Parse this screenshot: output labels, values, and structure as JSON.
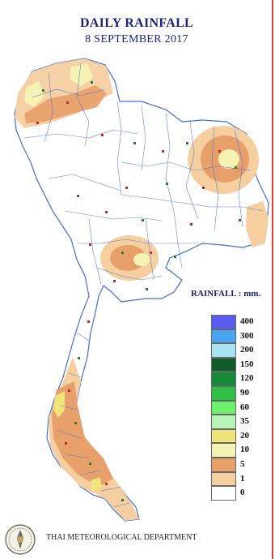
{
  "header": {
    "title": "DAILY RAINFALL",
    "date": "8 SEPTEMBER   2017"
  },
  "legend": {
    "title": "RAINFALL : mm.",
    "classes": [
      {
        "label": "400",
        "color": "#5b5bf2"
      },
      {
        "label": "300",
        "color": "#4aa3f0"
      },
      {
        "label": "200",
        "color": "#a6e3f2"
      },
      {
        "label": "150",
        "color": "#0f5d2a"
      },
      {
        "label": "120",
        "color": "#168a38"
      },
      {
        "label": "90",
        "color": "#2fc043"
      },
      {
        "label": "60",
        "color": "#6df06b"
      },
      {
        "label": "35",
        "color": "#b8f4b8"
      },
      {
        "label": "20",
        "color": "#efe47a"
      },
      {
        "label": "10",
        "color": "#f5f3b4"
      },
      {
        "label": "5",
        "color": "#e8a06a"
      },
      {
        "label": "1",
        "color": "#f6cfa1"
      },
      {
        "label": "0",
        "color": "#ffffff"
      }
    ]
  },
  "footer": {
    "agency": "THAI METEOROLOGICAL DEPARTMENT"
  },
  "colors": {
    "title": "#1a237e",
    "boundary": "#3f6fd1",
    "frame": "#e53935"
  },
  "icons": {
    "logo": "tmd-emblem-icon"
  }
}
